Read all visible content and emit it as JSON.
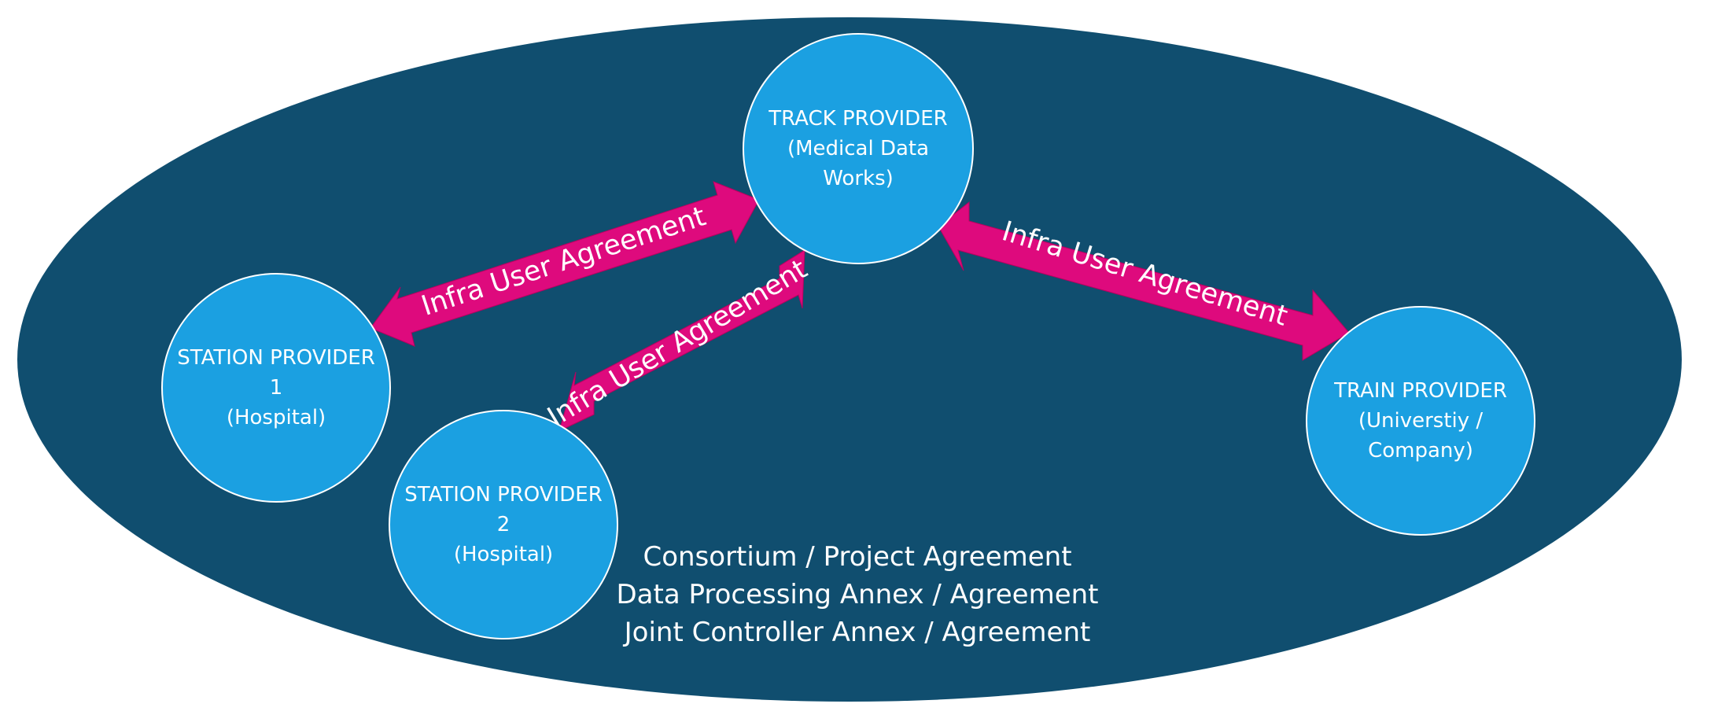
{
  "colors": {
    "background": "#ffffff",
    "ellipse_fill": "#104e6f",
    "node_fill": "#1ba0e1",
    "node_stroke": "#ffffff",
    "arrow_fill": "#de0a7d",
    "text": "#ffffff"
  },
  "nodes": {
    "track_provider": {
      "line1": "TRACK PROVIDER",
      "line2": "(Medical Data",
      "line3": "Works)"
    },
    "station_provider_1": {
      "line1": "STATION PROVIDER",
      "line2": "1",
      "line3": "(Hospital)"
    },
    "station_provider_2": {
      "line1": "STATION PROVIDER",
      "line2": "2",
      "line3": "(Hospital)"
    },
    "train_provider": {
      "line1": "TRAIN PROVIDER",
      "line2": "(Universtiy /",
      "line3": "Company)"
    }
  },
  "connections": [
    {
      "label": "Infra User Agreement"
    },
    {
      "label": "Infra User Agreement"
    },
    {
      "label": "Infra User Agreement"
    }
  ],
  "agreements": [
    "Consortium / Project Agreement",
    "Data Processing Annex / Agreement",
    "Joint Controller Annex / Agreement"
  ]
}
